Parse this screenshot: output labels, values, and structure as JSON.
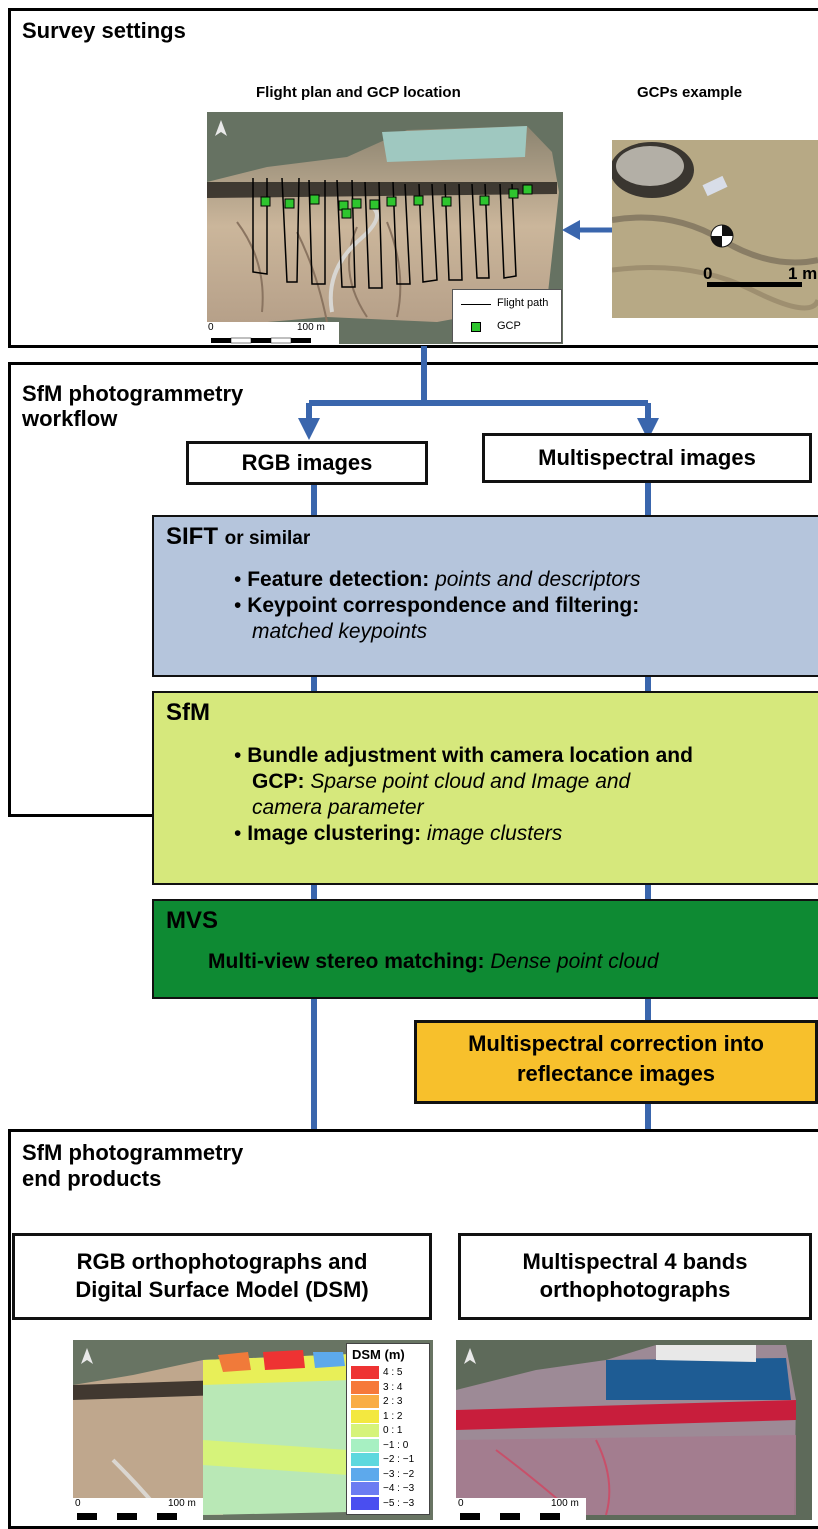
{
  "survey": {
    "title": "Survey settings",
    "flight_caption": "Flight plan and GCP location",
    "gcp_caption": "GCPs example",
    "legend": {
      "path": "Flight path",
      "gcp": "GCP"
    },
    "scale_min": "0",
    "scale_max": "100 m",
    "gcp_scale_min": "0",
    "gcp_scale_max": "1 m"
  },
  "workflow": {
    "title_line1": "SfM photogrammetry",
    "title_line2": "workflow",
    "rgb_box": "RGB images",
    "ms_box": "Multispectral images",
    "sift": {
      "title": "SIFT",
      "title_suffix": "or similar",
      "b1_bold": "Feature detection:",
      "b1_italic": "points and descriptors",
      "b2_bold": "Keypoint correspondence and filtering:",
      "b2_italic": "matched keypoints"
    },
    "sfm": {
      "title": "SfM",
      "b1_bold_line1": "Bundle adjustment with camera location and",
      "b1_bold_line2": "GCP:",
      "b1_italic_line2": "Sparse point cloud and Image and",
      "b1_italic_line3": "camera parameter",
      "b2_bold": "Image clustering:",
      "b2_italic": "image clusters"
    },
    "mvs": {
      "title": "MVS",
      "bold": "Multi-view stereo matching:",
      "italic": "Dense point cloud"
    },
    "correction_line1": "Multispectral correction into",
    "correction_line2": "reflectance images"
  },
  "products": {
    "title_line1": "SfM photogrammetry",
    "title_line2": "end products",
    "rgb_line1": "RGB orthophotographs and",
    "rgb_line2": "Digital Surface Model (DSM)",
    "ms_line1": "Multispectral 4 bands",
    "ms_line2": "orthophotographs",
    "dsm_title": "DSM (m)",
    "dsm_legend": [
      {
        "label": "4 : 5",
        "color": "#ee3333"
      },
      {
        "label": "3 : 4",
        "color": "#f6793a"
      },
      {
        "label": "2 : 3",
        "color": "#f9ad44"
      },
      {
        "label": "1 : 2",
        "color": "#f3e840"
      },
      {
        "label": "0 : 1",
        "color": "#d6f37a"
      },
      {
        "label": "−1 : 0",
        "color": "#a7f0c2"
      },
      {
        "label": "−2 : −1",
        "color": "#5ed8de"
      },
      {
        "label": "−3 : −2",
        "color": "#5da9ec"
      },
      {
        "label": "−4 : −3",
        "color": "#6b7cf2"
      },
      {
        "label": "−5 : −3",
        "color": "#4a4ef0"
      }
    ],
    "scale_min": "0",
    "scale_max": "100 m"
  },
  "colors": {
    "arrow": "#3a66ad",
    "sift_bg": "#b5c5dc",
    "sfm_bg": "#d6e87c",
    "mvs_bg": "#0e8a33",
    "corr_bg": "#f7c02c"
  }
}
